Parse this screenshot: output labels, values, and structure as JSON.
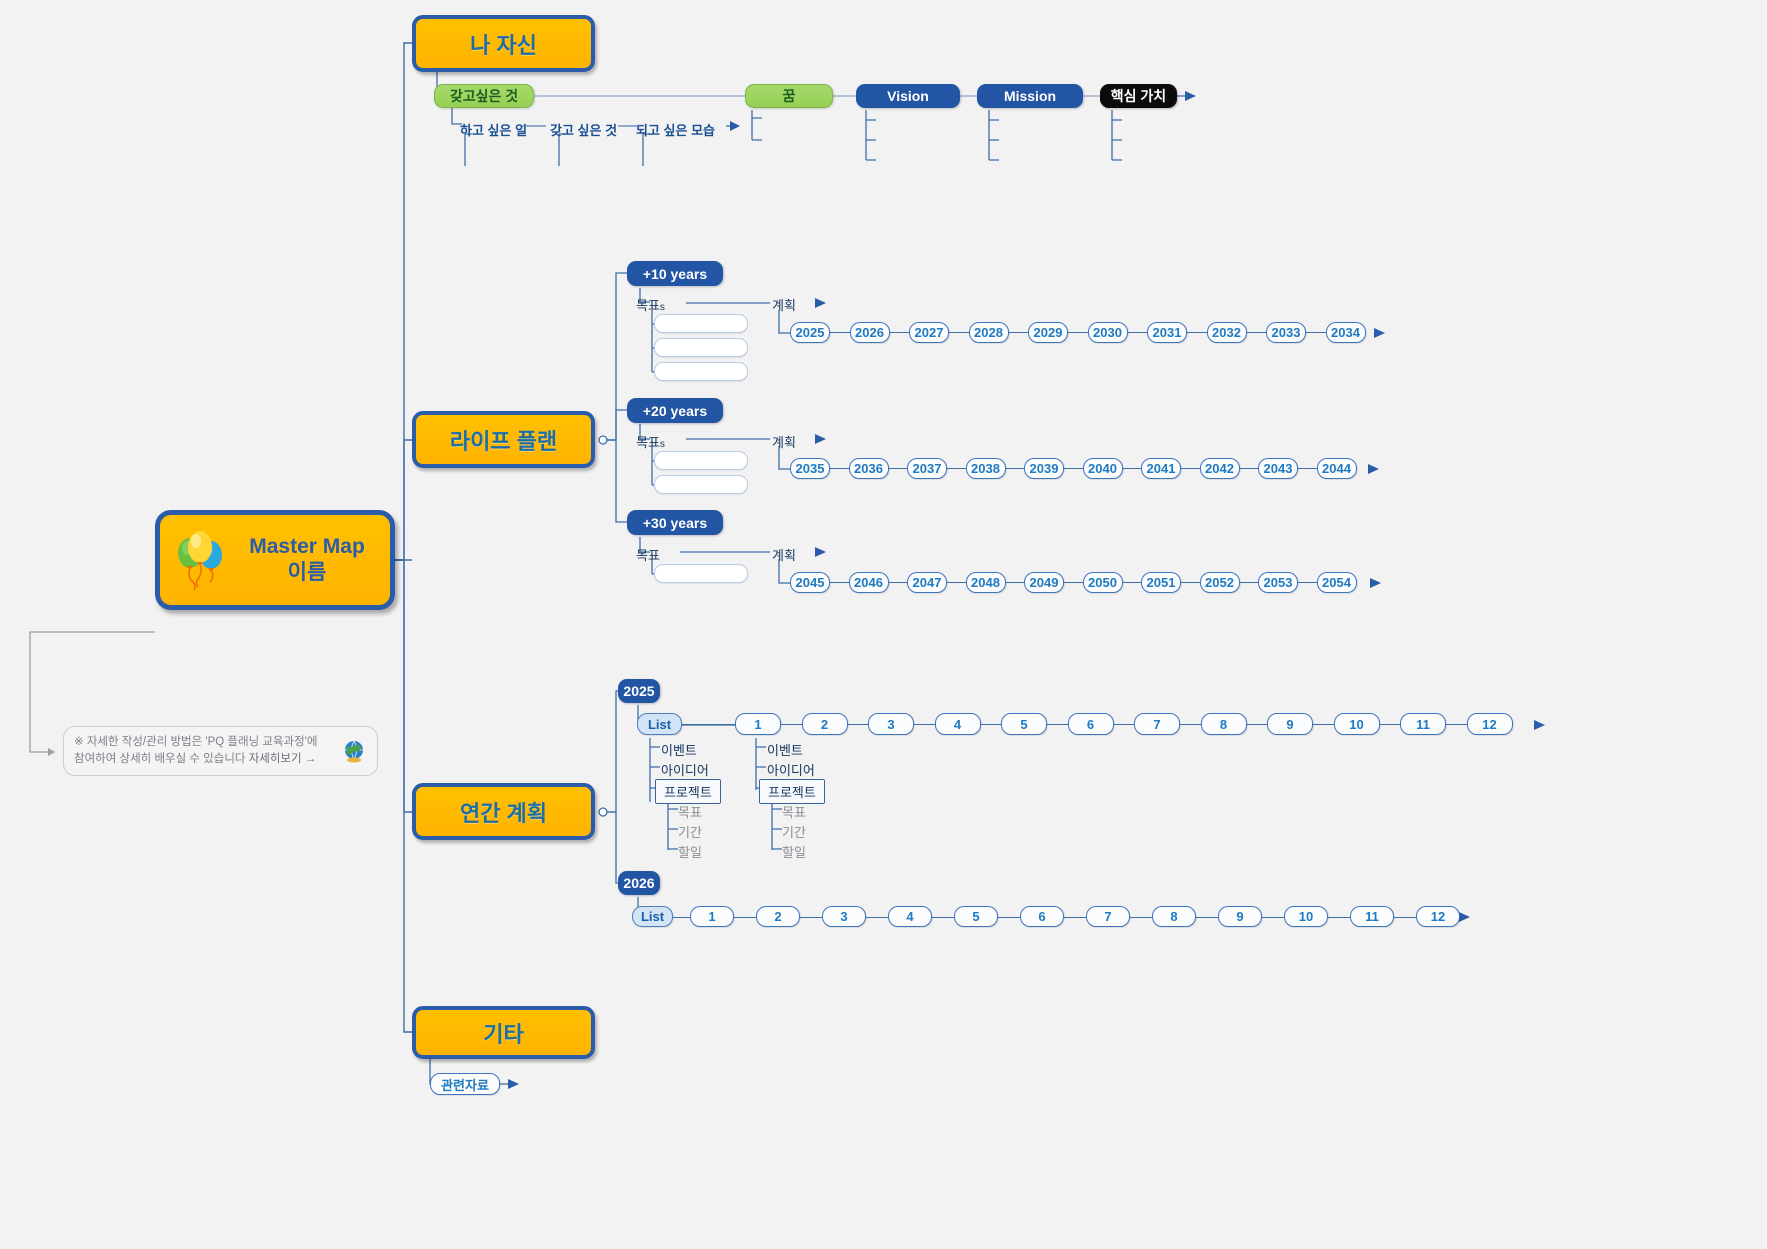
{
  "central": {
    "title_line1": "Master Map",
    "title_line2": "이름",
    "icon": "balloons-icon"
  },
  "note": {
    "line1": "※ 자세한 작성/관리 방법은 'PQ 플래닝 교육과정'에",
    "line2": "참여하여 상세히 배우실 수 있습니다",
    "more": "자세히보기 →",
    "icon": "globe-icon"
  },
  "main_branches": [
    {
      "label": "나 자신"
    },
    {
      "label": "라이프 플랜"
    },
    {
      "label": "연간 계획"
    },
    {
      "label": "기타"
    }
  ],
  "self_branch": {
    "want": "갖고싶은 것",
    "want_children": [
      "하고 싶은 일",
      "갖고 싶은 것",
      "되고 싶은 모습"
    ],
    "chain": [
      {
        "label": "꿈",
        "style": "green"
      },
      {
        "label": "Vision",
        "style": "blue"
      },
      {
        "label": "Mission",
        "style": "blue"
      },
      {
        "label": "핵심 가치",
        "style": "black"
      }
    ]
  },
  "life_plan": {
    "groups": [
      {
        "label": "+10 years",
        "goal_label": "목표",
        "goal_suffix": "s",
        "goal_fields": 3,
        "plan_label": "계획",
        "years": [
          "2025",
          "2026",
          "2027",
          "2028",
          "2029",
          "2030",
          "2031",
          "2032",
          "2033",
          "2034"
        ]
      },
      {
        "label": "+20 years",
        "goal_label": "목표",
        "goal_suffix": "s",
        "goal_fields": 2,
        "plan_label": "계획",
        "years": [
          "2035",
          "2036",
          "2037",
          "2038",
          "2039",
          "2040",
          "2041",
          "2042",
          "2043",
          "2044"
        ]
      },
      {
        "label": "+30 years",
        "goal_label": "목표",
        "goal_suffix": "",
        "goal_fields": 1,
        "plan_label": "계획",
        "years": [
          "2045",
          "2046",
          "2047",
          "2048",
          "2049",
          "2050",
          "2051",
          "2052",
          "2053",
          "2054"
        ]
      }
    ]
  },
  "annual_plan": {
    "years": [
      {
        "label": "2025",
        "list_label": "List",
        "months": [
          "1",
          "2",
          "3",
          "4",
          "5",
          "6",
          "7",
          "8",
          "9",
          "10",
          "11",
          "12"
        ],
        "list_children": [
          "이벤트",
          "아이디어"
        ],
        "project_label": "프로젝트",
        "project_children": [
          "목표",
          "기간",
          "할일"
        ],
        "month_children": [
          "이벤트",
          "아이디어"
        ],
        "month_project_label": "프로젝트",
        "month_project_children": [
          "목표",
          "기간",
          "할일"
        ],
        "expanded": true
      },
      {
        "label": "2026",
        "list_label": "List",
        "months": [
          "1",
          "2",
          "3",
          "4",
          "5",
          "6",
          "7",
          "8",
          "9",
          "10",
          "11",
          "12"
        ],
        "expanded": false
      }
    ]
  },
  "etc_branch": {
    "child": "관련자료"
  },
  "colors": {
    "background": "#f2f2f2",
    "orange": "#ffc000",
    "branch_border": "#2a5caa",
    "green": "#a5d96a",
    "blue": "#2255a4",
    "black": "#0b0b0b",
    "line": "#3d6ea8",
    "bubble_text": "#1f7ac0"
  }
}
